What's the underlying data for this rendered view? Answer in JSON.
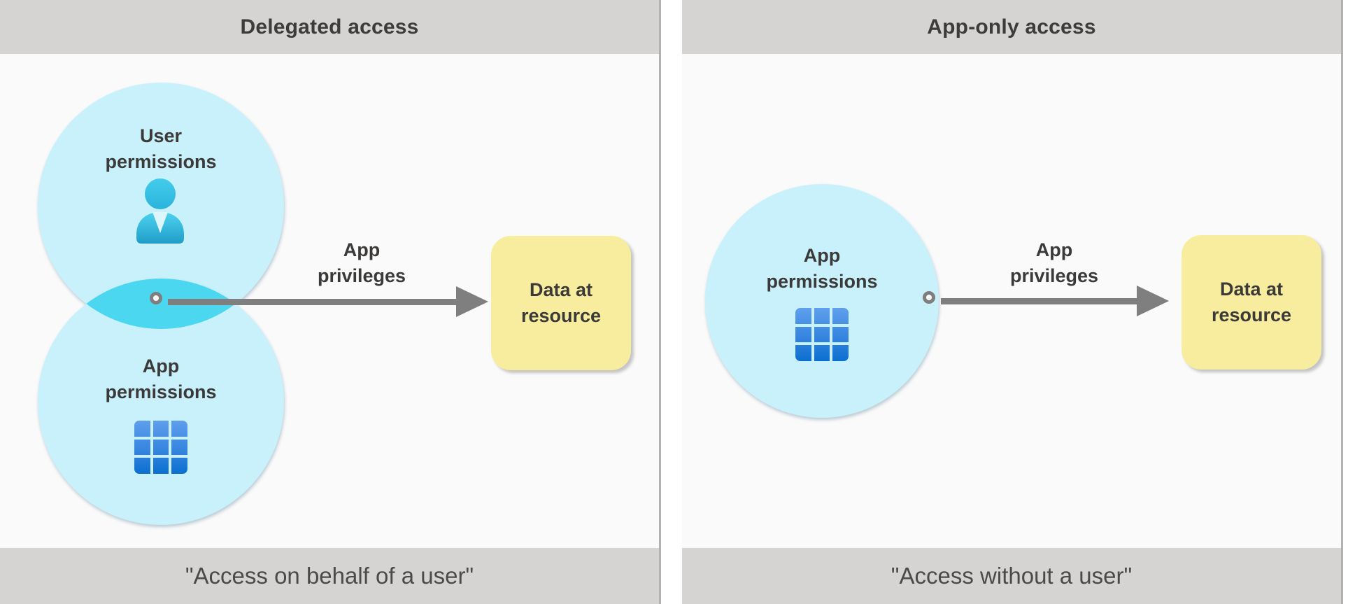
{
  "colors": {
    "header": "#d5d4d2",
    "panel": "#fafafa",
    "circle": "#c9f1fb",
    "lens": "#4cd7f1",
    "arrow": "#7f7f7f",
    "box": "#f8ed9e",
    "text": "#3b3a39",
    "caption": "#4b4a49",
    "grid_icon_top": "#5f9fed",
    "grid_icon_bottom": "#0b6fd0",
    "person_icon_top": "#4ed3f0",
    "person_icon_bottom": "#1f9dc7"
  },
  "icons": {
    "user": "person-icon",
    "app": "grid-3x3-icon",
    "arrow": "right-arrow-icon",
    "origin": "circle-dot-icon"
  },
  "panels": [
    {
      "title": "Delegated access",
      "caption": "\"Access on behalf of a user\"",
      "user_circle": {
        "line1": "User",
        "line2": "permissions"
      },
      "app_circle": {
        "line1": "App",
        "line2": "permissions"
      },
      "arrow_label": {
        "line1": "App",
        "line2": "privileges"
      },
      "resource": {
        "line1": "Data at",
        "line2": "resource"
      }
    },
    {
      "title": "App-only access",
      "caption": "\"Access without a user\"",
      "app_circle": {
        "line1": "App",
        "line2": "permissions"
      },
      "arrow_label": {
        "line1": "App",
        "line2": "privileges"
      },
      "resource": {
        "line1": "Data at",
        "line2": "resource"
      }
    }
  ]
}
